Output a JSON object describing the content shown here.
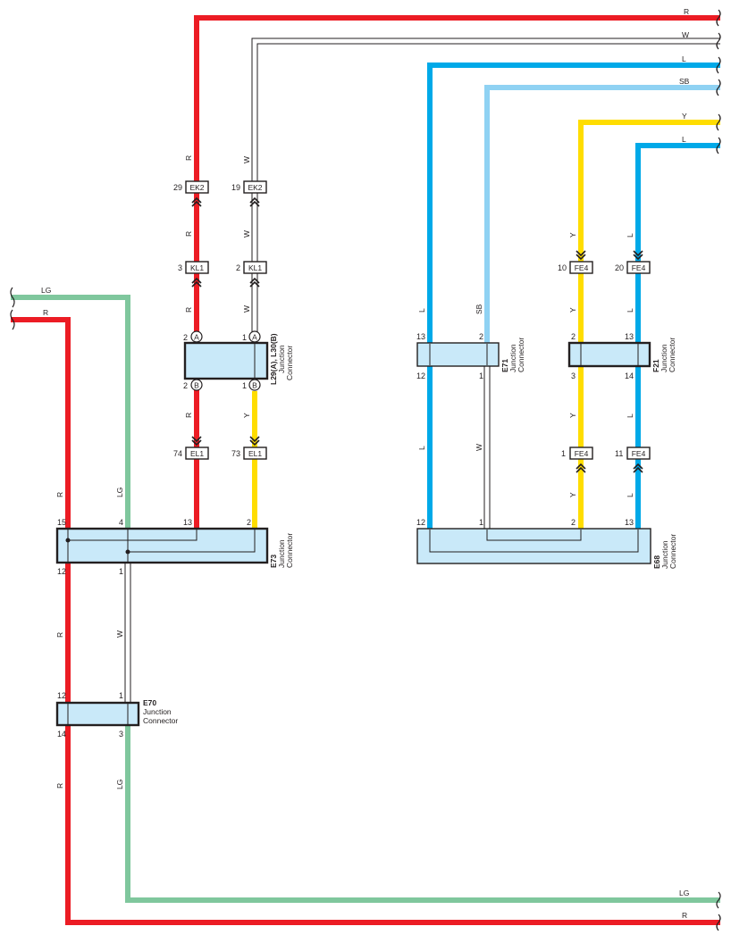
{
  "colors": {
    "R": "#ec1c24",
    "W": "#ffffff",
    "L": "#00a9e8",
    "SB": "#8fd2f3",
    "Y": "#ffdd00",
    "LG": "#7fc79d",
    "connector_fill": "#c9e9f9",
    "outline": "#231f20"
  },
  "wire_labels": {
    "top_r": "R",
    "top_w": "W",
    "top_l1": "L",
    "top_sb": "SB",
    "top_y": "Y",
    "top_l2": "L",
    "left_lg": "LG",
    "left_r": "R",
    "bottom_lg": "LG",
    "bottom_r": "R",
    "v_r1": "R",
    "v_r2": "R",
    "v_r3": "R",
    "v_r4": "R",
    "v_w1": "W",
    "v_w2": "W",
    "v_w3": "W",
    "v_y1": "Y",
    "v_lg_e73": "LG",
    "v_r_e73": "R",
    "v_r_e70a": "R",
    "v_w_e70": "W",
    "v_r_e70b": "R",
    "v_lg_e70": "LG",
    "v_l_e71a": "L",
    "v_sb_e71": "SB",
    "v_l_e71b": "L",
    "v_w_e71": "W",
    "v_y_f21a": "Y",
    "v_y_f21b": "Y",
    "v_y_f21c": "Y",
    "v_l_f21a": "L",
    "v_l_f21b": "L",
    "v_l_f21c": "L"
  },
  "connectors": {
    "ek2_left": {
      "code": "EK2",
      "pin": "29"
    },
    "ek2_right": {
      "code": "EK2",
      "pin": "19"
    },
    "kl1_left": {
      "code": "KL1",
      "pin": "3"
    },
    "kl1_right": {
      "code": "KL1",
      "pin": "2"
    },
    "el1_left": {
      "code": "EL1",
      "pin": "74"
    },
    "el1_right": {
      "code": "EL1",
      "pin": "73"
    },
    "fe4_a": {
      "code": "FE4",
      "pin": "10"
    },
    "fe4_b": {
      "code": "FE4",
      "pin": "20"
    },
    "fe4_c": {
      "code": "FE4",
      "pin": "1"
    },
    "fe4_d": {
      "code": "FE4",
      "pin": "11"
    }
  },
  "junctions": {
    "l29": {
      "name": "L29(A), L30(B)",
      "desc1": "Junction",
      "desc2": "Connector",
      "badge_a": "A",
      "badge_b": "B",
      "pins": {
        "tl": "2",
        "tr": "1",
        "bl": "2",
        "br": "1"
      }
    },
    "e73": {
      "name": "E73",
      "desc1": "Junction",
      "desc2": "Connector",
      "pins": {
        "t15": "15",
        "t4": "4",
        "t13": "13",
        "t2": "2",
        "b12": "12",
        "b1": "1"
      }
    },
    "e70": {
      "name": "E70",
      "desc1": "Junction",
      "desc2": "Connector",
      "pins": {
        "t12": "12",
        "t1": "1",
        "b14": "14",
        "b3": "3"
      }
    },
    "e71": {
      "name": "E71",
      "desc1": "Junction",
      "desc2": "Connector",
      "pins": {
        "t13": "13",
        "t2": "2",
        "b12": "12",
        "b1": "1"
      }
    },
    "f21": {
      "name": "F21",
      "desc1": "Junction",
      "desc2": "Connector",
      "pins": {
        "t2": "2",
        "t13": "13",
        "b3": "3",
        "b14": "14"
      }
    },
    "e68": {
      "name": "E68",
      "desc1": "Junction",
      "desc2": "Connector",
      "pins": {
        "t12": "12",
        "t1": "1",
        "t2": "2",
        "t13": "13"
      }
    }
  }
}
